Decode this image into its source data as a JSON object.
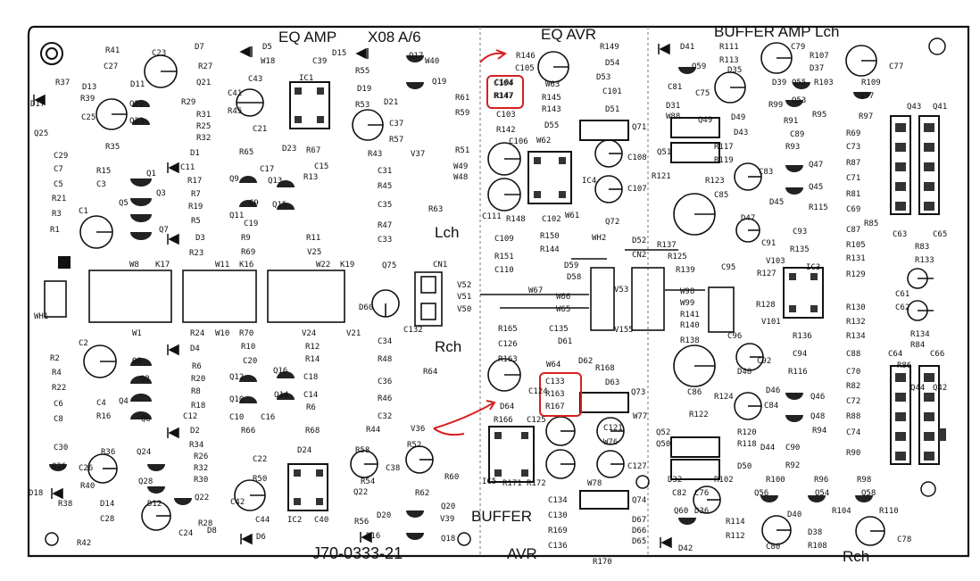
{
  "titles": {
    "eq_amp": "EQ AMP",
    "x08": "X08 A/6",
    "eq_avr": "EQ AVR",
    "buffer_amp": "BUFFER AMP Lch",
    "lch": "Lch",
    "rch_mid": "Rch",
    "buffer": "BUFFER",
    "avr": "AVR",
    "rch_bottom": "Rch",
    "board_no": "J70-0333-21"
  },
  "highlighted": {
    "top": [
      "C104",
      "R147"
    ],
    "bottom": [
      "C133",
      "R163",
      "R167"
    ]
  },
  "colors": {
    "ink": "#111111",
    "annotation": "#d62020",
    "board": "#ffffff"
  },
  "labels": [
    [
      "R41",
      118,
      52
    ],
    [
      "C27",
      116,
      70
    ],
    [
      "R37",
      62,
      88
    ],
    [
      "D13",
      92,
      93
    ],
    [
      "R39",
      90,
      106
    ],
    [
      "D17",
      34,
      112
    ],
    [
      "C25",
      91,
      127
    ],
    [
      "Q25",
      38,
      145
    ],
    [
      "R35",
      118,
      160
    ],
    [
      "C29",
      60,
      170
    ],
    [
      "C23",
      170,
      55
    ],
    [
      "D7",
      218,
      48
    ],
    [
      "R27",
      222,
      70
    ],
    [
      "Q21",
      220,
      88
    ],
    [
      "R29",
      203,
      110
    ],
    [
      "R31",
      220,
      124
    ],
    [
      "R25",
      220,
      137
    ],
    [
      "R32",
      220,
      150
    ],
    [
      "D11",
      146,
      90
    ],
    [
      "Q27",
      145,
      112
    ],
    [
      "Q23",
      145,
      131
    ],
    [
      "C43",
      278,
      84
    ],
    [
      "C41",
      255,
      100
    ],
    [
      "R45",
      255,
      120
    ],
    [
      "C21",
      283,
      140
    ],
    [
      "D5",
      294,
      48
    ],
    [
      "W18",
      292,
      64
    ],
    [
      "C39",
      350,
      64
    ],
    [
      "IC1",
      335,
      83
    ],
    [
      "D15",
      372,
      55
    ],
    [
      "R55",
      398,
      75
    ],
    [
      "D19",
      400,
      95
    ],
    [
      "D21",
      430,
      110
    ],
    [
      "R53",
      398,
      113
    ],
    [
      "D23",
      316,
      162
    ],
    [
      "R67",
      343,
      164
    ],
    [
      "Q17",
      458,
      58
    ],
    [
      "W40",
      476,
      64
    ],
    [
      "Q19",
      484,
      87
    ],
    [
      "R61",
      510,
      105
    ],
    [
      "R59",
      510,
      122
    ],
    [
      "C37",
      436,
      134
    ],
    [
      "R57",
      436,
      152
    ],
    [
      "R43",
      412,
      168
    ],
    [
      "V37",
      460,
      168
    ],
    [
      "R51",
      510,
      164
    ],
    [
      "W49",
      508,
      182
    ],
    [
      "W48",
      508,
      194
    ],
    [
      "C7",
      60,
      185
    ],
    [
      "R15",
      108,
      187
    ],
    [
      "C5",
      60,
      202
    ],
    [
      "C3",
      108,
      202
    ],
    [
      "R21",
      58,
      218
    ],
    [
      "R3",
      58,
      235
    ],
    [
      "C1",
      88,
      232
    ],
    [
      "R1",
      56,
      253
    ],
    [
      "Q1",
      164,
      190
    ],
    [
      "Q3",
      175,
      212
    ],
    [
      "Q5",
      133,
      223
    ],
    [
      "Q7",
      178,
      253
    ],
    [
      "C11",
      202,
      183
    ],
    [
      "D1",
      213,
      167
    ],
    [
      "R17",
      210,
      198
    ],
    [
      "R7",
      214,
      213
    ],
    [
      "R19",
      211,
      227
    ],
    [
      "R5",
      214,
      243
    ],
    [
      "D3",
      219,
      262
    ],
    [
      "R23",
      212,
      279
    ],
    [
      "R65",
      268,
      166
    ],
    [
      "C17",
      291,
      185
    ],
    [
      "C15",
      352,
      182
    ],
    [
      "Q9",
      257,
      196
    ],
    [
      "Q13",
      300,
      198
    ],
    [
      "R13",
      340,
      194
    ],
    [
      "Q11",
      257,
      237
    ],
    [
      "C19",
      273,
      246
    ],
    [
      "Q15",
      305,
      225
    ],
    [
      "C9",
      279,
      223
    ],
    [
      "R9",
      270,
      262
    ],
    [
      "R69",
      270,
      278
    ],
    [
      "R11",
      343,
      262
    ],
    [
      "V25",
      344,
      278
    ],
    [
      "C31",
      423,
      187
    ],
    [
      "R45",
      423,
      204
    ],
    [
      "C35",
      423,
      225
    ],
    [
      "R63",
      480,
      230
    ],
    [
      "R47",
      423,
      248
    ],
    [
      "C33",
      423,
      264
    ],
    [
      "C104",
      554,
      88
    ],
    [
      "R147",
      554,
      103
    ],
    [
      "R146",
      578,
      58
    ],
    [
      "C105",
      577,
      72
    ],
    [
      "C103",
      556,
      124
    ],
    [
      "W63",
      611,
      90
    ],
    [
      "R145",
      607,
      105
    ],
    [
      "R143",
      607,
      118
    ],
    [
      "D55",
      610,
      136
    ],
    [
      "R142",
      556,
      141
    ],
    [
      "C106",
      570,
      154
    ],
    [
      "W62",
      601,
      153
    ],
    [
      "D51",
      678,
      118
    ],
    [
      "R149",
      672,
      48
    ],
    [
      "D54",
      678,
      66
    ],
    [
      "D53",
      668,
      82
    ],
    [
      "C101",
      675,
      98
    ],
    [
      "Q71",
      708,
      138
    ],
    [
      "C108",
      703,
      172
    ],
    [
      "IC4",
      652,
      198
    ],
    [
      "C107",
      703,
      207
    ],
    [
      "C111",
      540,
      238
    ],
    [
      "R148",
      567,
      241
    ],
    [
      "C102",
      607,
      241
    ],
    [
      "W61",
      633,
      237
    ],
    [
      "Q72",
      678,
      244
    ],
    [
      "WH2",
      663,
      262
    ],
    [
      "D52",
      708,
      265
    ],
    [
      "C109",
      554,
      263
    ],
    [
      "R150",
      605,
      260
    ],
    [
      "R144",
      605,
      275
    ],
    [
      "R151",
      554,
      283
    ],
    [
      "C110",
      554,
      298
    ],
    [
      "D59",
      632,
      293
    ],
    [
      "D58",
      635,
      306
    ],
    [
      "CN2",
      708,
      281
    ],
    [
      "V52",
      512,
      315
    ],
    [
      "V51",
      512,
      328
    ],
    [
      "V50",
      512,
      342
    ],
    [
      "W67",
      592,
      321
    ],
    [
      "W66",
      623,
      328
    ],
    [
      "W65",
      623,
      342
    ],
    [
      "V155",
      688,
      365
    ],
    [
      "V53",
      688,
      320
    ],
    [
      "R165",
      558,
      364
    ],
    [
      "C126",
      558,
      381
    ],
    [
      "R163",
      558,
      398
    ],
    [
      "C135",
      615,
      364
    ],
    [
      "D61",
      625,
      378
    ],
    [
      "D62",
      648,
      400
    ],
    [
      "W64",
      612,
      404
    ],
    [
      "R168",
      667,
      408
    ],
    [
      "D63",
      678,
      424
    ],
    [
      "Q73",
      707,
      435
    ],
    [
      "C124",
      592,
      434
    ],
    [
      "D64",
      560,
      451
    ],
    [
      "R166",
      553,
      466
    ],
    [
      "C125",
      590,
      466
    ],
    [
      "C121",
      676,
      475
    ],
    [
      "W76",
      676,
      491
    ],
    [
      "C127",
      703,
      518
    ],
    [
      "W77",
      709,
      462
    ],
    [
      "IC5",
      540,
      535
    ],
    [
      "R171",
      563,
      537
    ],
    [
      "R172",
      590,
      537
    ],
    [
      "C134",
      614,
      556
    ],
    [
      "C130",
      614,
      573
    ],
    [
      "R169",
      614,
      590
    ],
    [
      "C136",
      614,
      607
    ],
    [
      "W78",
      658,
      537
    ],
    [
      "Q74",
      708,
      556
    ],
    [
      "D67",
      708,
      578
    ],
    [
      "D66",
      708,
      590
    ],
    [
      "D65",
      708,
      602
    ],
    [
      "R170",
      664,
      625
    ],
    [
      "D41",
      762,
      48
    ],
    [
      "R111",
      806,
      48
    ],
    [
      "R113",
      806,
      63
    ],
    [
      "Q59",
      775,
      70
    ],
    [
      "D35",
      815,
      74
    ],
    [
      "C79",
      886,
      48
    ],
    [
      "R107",
      907,
      58
    ],
    [
      "D37",
      907,
      72
    ],
    [
      "Q55",
      887,
      88
    ],
    [
      "R103",
      912,
      88
    ],
    [
      "R109",
      965,
      88
    ],
    [
      "C77",
      996,
      70
    ],
    [
      "C81",
      748,
      93
    ],
    [
      "C75",
      779,
      100
    ],
    [
      "D31",
      746,
      114
    ],
    [
      "W88",
      746,
      126
    ],
    [
      "Q49",
      782,
      130
    ],
    [
      "D49",
      819,
      127
    ],
    [
      "D39",
      865,
      88
    ],
    [
      "R99",
      861,
      113
    ],
    [
      "Q53",
      887,
      108
    ],
    [
      "R95",
      910,
      124
    ],
    [
      "Q57",
      963,
      103
    ],
    [
      "R97",
      962,
      126
    ],
    [
      "R91",
      878,
      131
    ],
    [
      "C89",
      885,
      146
    ],
    [
      "D43",
      822,
      144
    ],
    [
      "Q51",
      736,
      166
    ],
    [
      "R117",
      800,
      160
    ],
    [
      "R119",
      800,
      175
    ],
    [
      "R93",
      880,
      160
    ],
    [
      "Q47",
      906,
      180
    ],
    [
      "C83",
      850,
      188
    ],
    [
      "Q45",
      906,
      205
    ],
    [
      "R121",
      730,
      193
    ],
    [
      "R123",
      790,
      198
    ],
    [
      "C85",
      800,
      214
    ],
    [
      "D45",
      862,
      222
    ],
    [
      "R115",
      906,
      228
    ],
    [
      "D47",
      830,
      240
    ],
    [
      "C91",
      853,
      268
    ],
    [
      "R69",
      948,
      145
    ],
    [
      "C73",
      948,
      160
    ],
    [
      "R87",
      948,
      178
    ],
    [
      "C71",
      948,
      195
    ],
    [
      "R81",
      948,
      213
    ],
    [
      "C69",
      948,
      230
    ],
    [
      "R85",
      968,
      246
    ],
    [
      "C87",
      948,
      253
    ],
    [
      "Q43",
      1016,
      115
    ],
    [
      "Q41",
      1045,
      115
    ],
    [
      "C63",
      1000,
      258
    ],
    [
      "C65",
      1045,
      258
    ],
    [
      "C93",
      888,
      255
    ],
    [
      "R135",
      885,
      275
    ],
    [
      "R137",
      736,
      270
    ],
    [
      "R125",
      748,
      283
    ],
    [
      "R139",
      757,
      298
    ],
    [
      "C95",
      808,
      295
    ],
    [
      "V103",
      858,
      288
    ],
    [
      "IC3",
      903,
      295
    ],
    [
      "R127",
      848,
      302
    ],
    [
      "R105",
      948,
      270
    ],
    [
      "R131",
      948,
      285
    ],
    [
      "R129",
      948,
      303
    ],
    [
      "R83",
      1025,
      272
    ],
    [
      "R133",
      1025,
      287
    ],
    [
      "C61",
      1003,
      325
    ],
    [
      "C62",
      1003,
      340
    ],
    [
      "W98",
      762,
      322
    ],
    [
      "W99",
      762,
      335
    ],
    [
      "R141",
      762,
      348
    ],
    [
      "R140",
      762,
      360
    ],
    [
      "R128",
      847,
      337
    ],
    [
      "V101",
      853,
      356
    ],
    [
      "R130",
      948,
      340
    ],
    [
      "R132",
      948,
      356
    ],
    [
      "R134",
      1020,
      370
    ],
    [
      "R136",
      888,
      372
    ],
    [
      "R134",
      948,
      372
    ],
    [
      "C96",
      815,
      372
    ],
    [
      "R84",
      1020,
      382
    ],
    [
      "R138",
      762,
      377
    ],
    [
      "C94",
      888,
      392
    ],
    [
      "D48",
      826,
      412
    ],
    [
      "R116",
      883,
      412
    ],
    [
      "C92",
      848,
      400
    ],
    [
      "C86",
      770,
      435
    ],
    [
      "R124",
      800,
      440
    ],
    [
      "D46",
      858,
      433
    ],
    [
      "Q46",
      908,
      440
    ],
    [
      "C84",
      856,
      450
    ],
    [
      "Q48",
      908,
      462
    ],
    [
      "R94",
      910,
      478
    ],
    [
      "R122",
      772,
      460
    ],
    [
      "R120",
      826,
      480
    ],
    [
      "R118",
      826,
      493
    ],
    [
      "D44",
      852,
      497
    ],
    [
      "C90",
      880,
      497
    ],
    [
      "R92",
      880,
      517
    ],
    [
      "D50",
      826,
      518
    ],
    [
      "Q52",
      735,
      480
    ],
    [
      "Q50",
      735,
      493
    ],
    [
      "C88",
      948,
      392
    ],
    [
      "C70",
      948,
      412
    ],
    [
      "R82",
      948,
      428
    ],
    [
      "C72",
      948,
      445
    ],
    [
      "R88",
      948,
      462
    ],
    [
      "C74",
      948,
      480
    ],
    [
      "R90",
      948,
      503
    ],
    [
      "R86",
      1005,
      405
    ],
    [
      "C64",
      995,
      392
    ],
    [
      "C66",
      1042,
      392
    ],
    [
      "Q44",
      1020,
      430
    ],
    [
      "Q42",
      1045,
      430
    ],
    [
      "R100",
      858,
      533
    ],
    [
      "R96",
      912,
      533
    ],
    [
      "R98",
      960,
      533
    ],
    [
      "D32",
      748,
      533
    ],
    [
      "C82",
      753,
      548
    ],
    [
      "C76",
      778,
      548
    ],
    [
      "R102",
      800,
      533
    ],
    [
      "Q56",
      845,
      548
    ],
    [
      "Q54",
      913,
      548
    ],
    [
      "Q58",
      965,
      548
    ],
    [
      "Q60",
      755,
      568
    ],
    [
      "D36",
      778,
      568
    ],
    [
      "D40",
      882,
      572
    ],
    [
      "R104",
      932,
      568
    ],
    [
      "R110",
      985,
      568
    ],
    [
      "R114",
      813,
      580
    ],
    [
      "R112",
      813,
      596
    ],
    [
      "D42",
      760,
      610
    ],
    [
      "C80",
      858,
      608
    ],
    [
      "D38",
      905,
      592
    ],
    [
      "R108",
      905,
      607
    ],
    [
      "C78",
      1005,
      600
    ],
    [
      "R4",
      58,
      413
    ],
    [
      "R22",
      58,
      430
    ],
    [
      "C6",
      60,
      448
    ],
    [
      "C8",
      60,
      465
    ],
    [
      "R2",
      56,
      397
    ],
    [
      "C2",
      88,
      380
    ],
    [
      "D4",
      213,
      386
    ],
    [
      "R6",
      215,
      406
    ],
    [
      "R20",
      214,
      420
    ],
    [
      "R8",
      214,
      434
    ],
    [
      "R18",
      214,
      450
    ],
    [
      "C4",
      108,
      447
    ],
    [
      "R16",
      108,
      462
    ],
    [
      "Q8",
      148,
      400
    ],
    [
      "Q2",
      157,
      420
    ],
    [
      "Q4",
      133,
      445
    ],
    [
      "Q6",
      158,
      465
    ],
    [
      "C12",
      205,
      462
    ],
    [
      "D2",
      213,
      478
    ],
    [
      "R34",
      212,
      494
    ],
    [
      "C20",
      272,
      400
    ],
    [
      "Q12",
      257,
      418
    ],
    [
      "Q16",
      306,
      411
    ],
    [
      "Q10",
      257,
      443
    ],
    [
      "Q14",
      307,
      438
    ],
    [
      "C10",
      257,
      463
    ],
    [
      "C16",
      292,
      463
    ],
    [
      "R66",
      270,
      478
    ],
    [
      "R68",
      342,
      478
    ],
    [
      "R26",
      217,
      507
    ],
    [
      "R32",
      217,
      520
    ],
    [
      "R30",
      217,
      533
    ],
    [
      "W1",
      148,
      369
    ],
    [
      "R24",
      213,
      369
    ],
    [
      "W10",
      241,
      369
    ],
    [
      "R70",
      268,
      369
    ],
    [
      "R10",
      270,
      384
    ],
    [
      "V24",
      338,
      369
    ],
    [
      "V21",
      388,
      369
    ],
    [
      "R12",
      342,
      384
    ],
    [
      "R14",
      342,
      398
    ],
    [
      "C18",
      340,
      418
    ],
    [
      "C14",
      340,
      438
    ],
    [
      "R6",
      343,
      452
    ],
    [
      "C32",
      423,
      462
    ],
    [
      "C34",
      423,
      378
    ],
    [
      "R48",
      423,
      398
    ],
    [
      "C36",
      423,
      423
    ],
    [
      "R46",
      423,
      442
    ],
    [
      "R64",
      474,
      412
    ],
    [
      "C30",
      60,
      497
    ],
    [
      "Q26",
      58,
      518
    ],
    [
      "D18",
      32,
      548
    ],
    [
      "R38",
      65,
      560
    ],
    [
      "C26",
      88,
      520
    ],
    [
      "R36",
      113,
      502
    ],
    [
      "R40",
      90,
      540
    ],
    [
      "D14",
      112,
      560
    ],
    [
      "C28",
      112,
      577
    ],
    [
      "Q24",
      153,
      502
    ],
    [
      "Q28",
      155,
      535
    ],
    [
      "D12",
      165,
      560
    ],
    [
      "Q22",
      218,
      553
    ],
    [
      "R28",
      222,
      582
    ],
    [
      "C24",
      200,
      593
    ],
    [
      "D8",
      232,
      590
    ],
    [
      "D6",
      287,
      597
    ],
    [
      "C44",
      286,
      578
    ],
    [
      "C42",
      258,
      558
    ],
    [
      "R50",
      283,
      532
    ],
    [
      "C22",
      283,
      510
    ],
    [
      "IC2",
      322,
      578
    ],
    [
      "C40",
      352,
      578
    ],
    [
      "D24",
      333,
      500
    ],
    [
      "R58",
      398,
      500
    ],
    [
      "R52",
      456,
      494
    ],
    [
      "C38",
      432,
      520
    ],
    [
      "R54",
      404,
      535
    ],
    [
      "Q22",
      396,
      547
    ],
    [
      "R60",
      498,
      530
    ],
    [
      "R62",
      465,
      548
    ],
    [
      "Q20",
      494,
      563
    ],
    [
      "V39",
      493,
      577
    ],
    [
      "D20",
      422,
      573
    ],
    [
      "R56",
      397,
      580
    ],
    [
      "D16",
      410,
      596
    ],
    [
      "Q18",
      494,
      599
    ],
    [
      "R44",
      410,
      477
    ],
    [
      "V36",
      460,
      476
    ],
    [
      "R42",
      86,
      604
    ],
    [
      "W8",
      145,
      292
    ],
    [
      "K17",
      174,
      292
    ],
    [
      "W11",
      241,
      292
    ],
    [
      "K16",
      268,
      292
    ],
    [
      "W22",
      354,
      292
    ],
    [
      "K19",
      381,
      292
    ],
    [
      "Q75",
      428,
      293
    ],
    [
      "CN1",
      485,
      292
    ],
    [
      "C132",
      452,
      365
    ],
    [
      "D60",
      402,
      340
    ],
    [
      "WH1",
      38,
      350
    ]
  ]
}
